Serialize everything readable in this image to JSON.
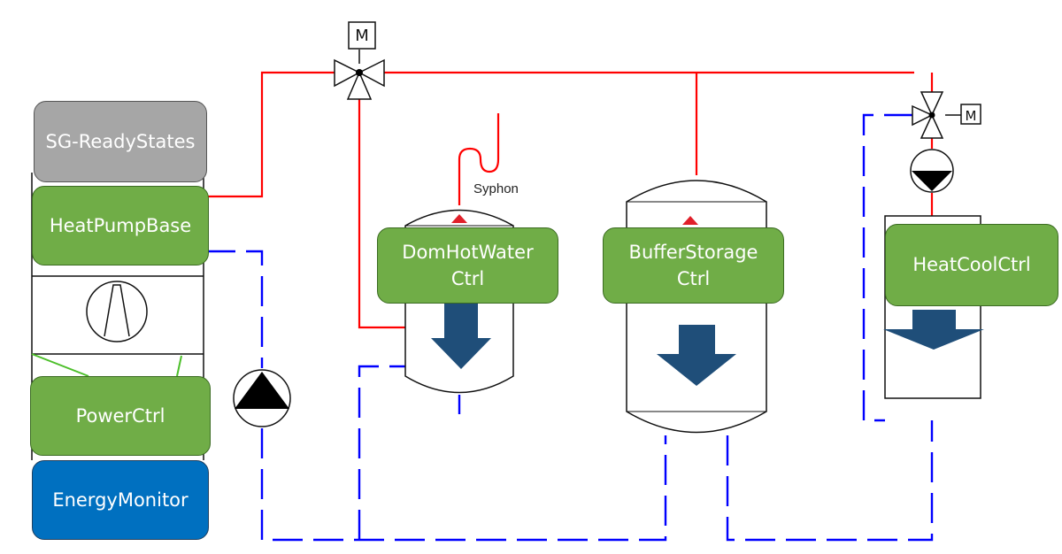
{
  "labels": {
    "syphon": "Syphon",
    "motor_m": "M",
    "motor_m2": "M"
  },
  "modules": {
    "sg_ready": "SG-ReadyStates",
    "heat_pump_base": "HeatPumpBase",
    "power_ctrl": "PowerCtrl",
    "energy_monitor": "EnergyMonitor",
    "dom_hot_water": "DomHotWater\nCtrl",
    "buffer_storage": "BufferStorage\nCtrl",
    "heat_cool": "HeatCoolCtrl"
  },
  "colors": {
    "supply_line": "#ff0000",
    "return_line": "#0000ff",
    "module_green": "#70ad47",
    "module_grey": "#a6a6a6",
    "module_blue": "#0070c0",
    "arrow": "#1f4e79"
  }
}
